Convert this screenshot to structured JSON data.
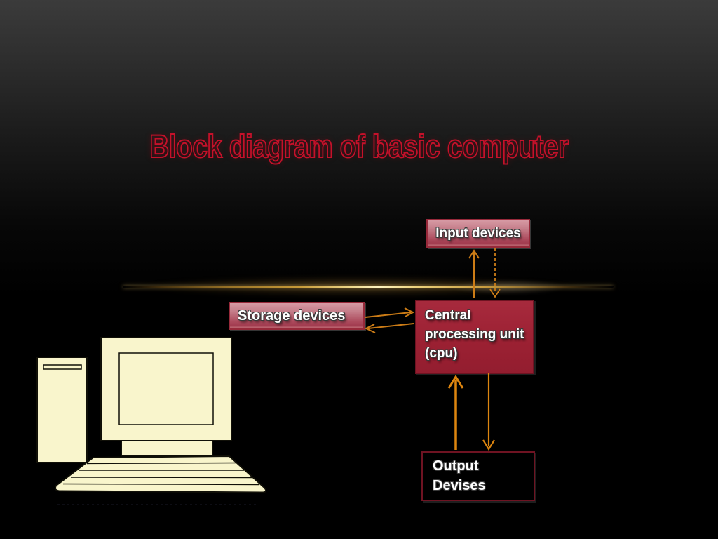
{
  "slide": {
    "title": "Block diagram of basic computer"
  },
  "diagram": {
    "nodes": [
      {
        "id": "input-devices",
        "label": "Input devices",
        "lines": [
          "Input devices"
        ]
      },
      {
        "id": "storage-devices",
        "label": "Storage devices",
        "lines": [
          "Storage devices"
        ]
      },
      {
        "id": "cpu",
        "label": "Central processing unit (cpu)",
        "lines": [
          "Central",
          "processing unit",
          "(cpu)"
        ]
      },
      {
        "id": "output-devices",
        "label": "Output Devises",
        "lines": [
          "Output",
          "Devises"
        ]
      }
    ],
    "edges": [
      {
        "from": "cpu",
        "to": "input-devices",
        "style": "solid"
      },
      {
        "from": "input-devices",
        "to": "cpu",
        "style": "dashed"
      },
      {
        "from": "storage-devices",
        "to": "cpu",
        "style": "solid"
      },
      {
        "from": "cpu",
        "to": "storage-devices",
        "style": "solid"
      },
      {
        "from": "output-devices",
        "to": "cpu",
        "style": "solid"
      },
      {
        "from": "cpu",
        "to": "output-devices",
        "style": "solid"
      }
    ]
  },
  "illustration": {
    "name": "desktop-computer-clipart",
    "parts": [
      "tower",
      "monitor",
      "keyboard"
    ]
  },
  "colors": {
    "background_top": "#3b3b3b",
    "background": "#000000",
    "title_stroke": "#c5112a",
    "arrow": "#cc7c16",
    "node_pink_top": "#d79aa4",
    "node_dark_red": "#9c2133",
    "flare_gold": "#ecd586",
    "clipart_fill": "#f9f5cc"
  }
}
